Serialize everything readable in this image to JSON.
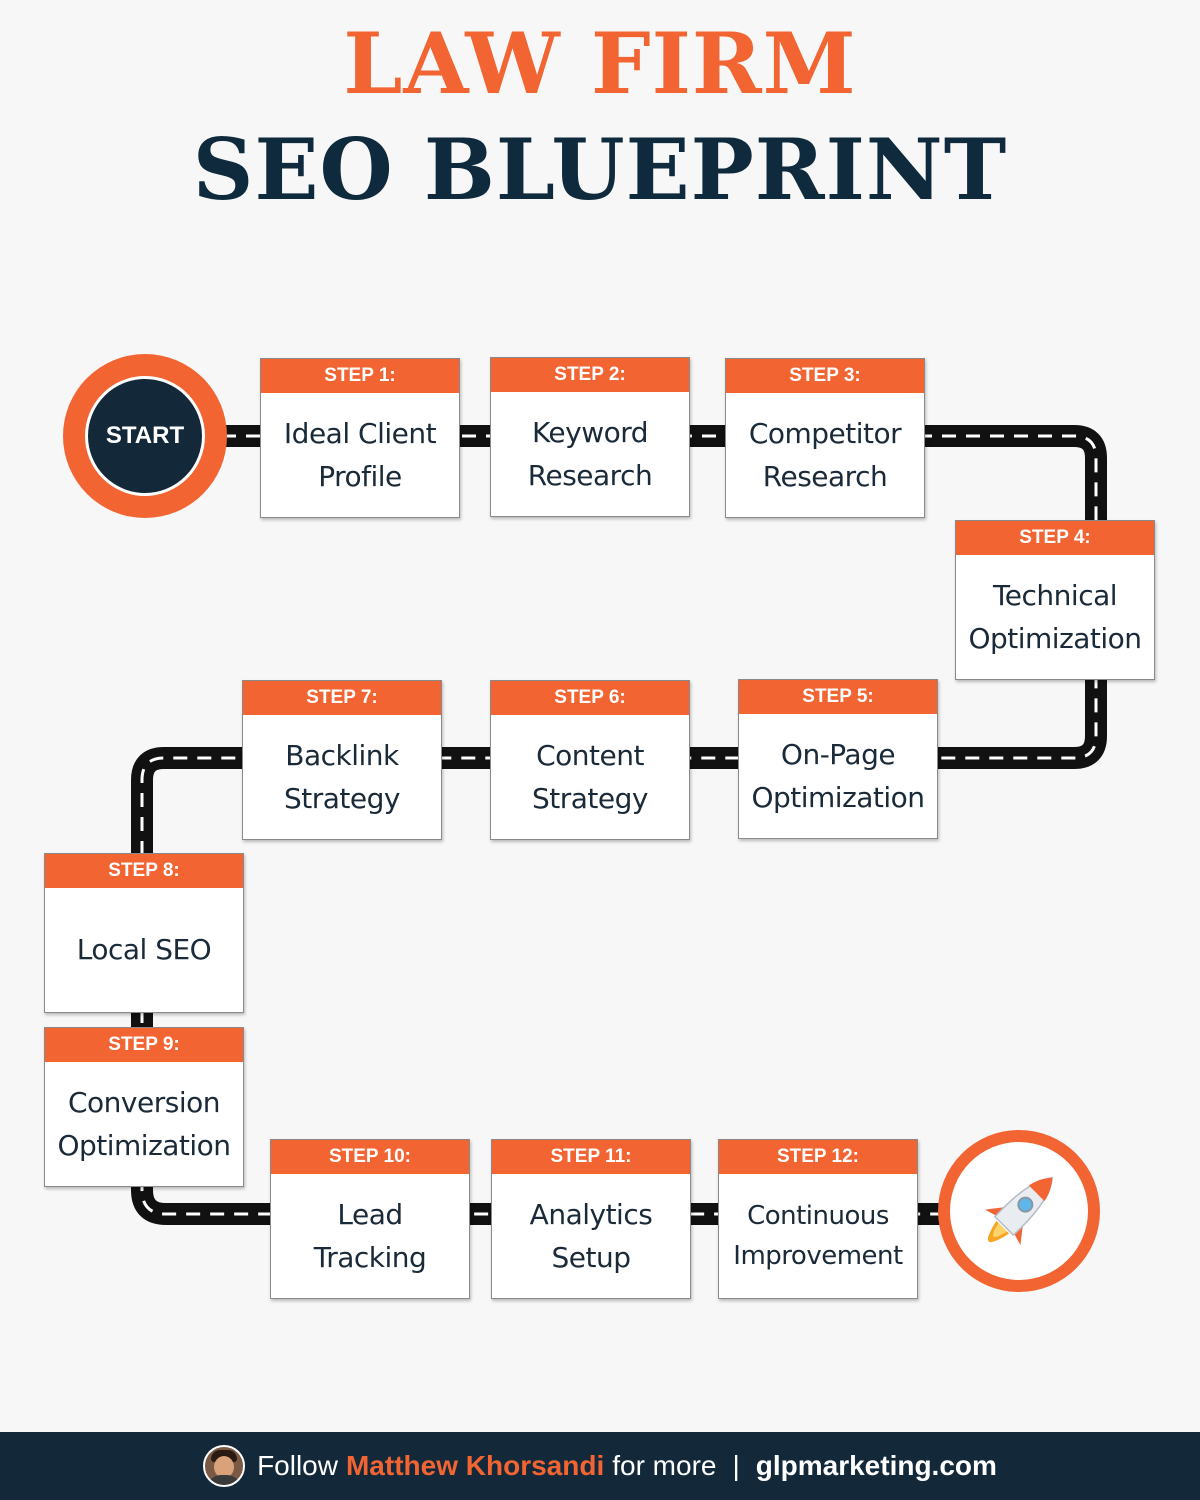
{
  "title": {
    "line1": "LAW FIRM",
    "line2": "SEO BLUEPRINT"
  },
  "start_label": "START",
  "steps": [
    {
      "label": "STEP 1:",
      "text": "Ideal Client\nProfile"
    },
    {
      "label": "STEP 2:",
      "text": "Keyword\nResearch"
    },
    {
      "label": "STEP 3:",
      "text": "Competitor\nResearch"
    },
    {
      "label": "STEP 4:",
      "text": "Technical\nOptimization"
    },
    {
      "label": "STEP 5:",
      "text": "On-Page\nOptimization"
    },
    {
      "label": "STEP 6:",
      "text": "Content\nStrategy"
    },
    {
      "label": "STEP 7:",
      "text": "Backlink\nStrategy"
    },
    {
      "label": "STEP 8:",
      "text": "Local SEO"
    },
    {
      "label": "STEP 9:",
      "text": "Conversion\nOptimization"
    },
    {
      "label": "STEP 10:",
      "text": "Lead\nTracking"
    },
    {
      "label": "STEP 11:",
      "text": "Analytics\nSetup"
    },
    {
      "label": "STEP 12:",
      "text": "Continuous\nImprovement"
    }
  ],
  "finish_icon": "rocket-icon",
  "footer": {
    "follow": "Follow",
    "name": "Matthew Khorsandi",
    "for_more": "for more",
    "separator": "|",
    "site": "glpmarketing.com"
  },
  "colors": {
    "accent": "#f26432",
    "navy": "#13293a",
    "title_navy": "#0f2a3d",
    "road": "#111111"
  }
}
